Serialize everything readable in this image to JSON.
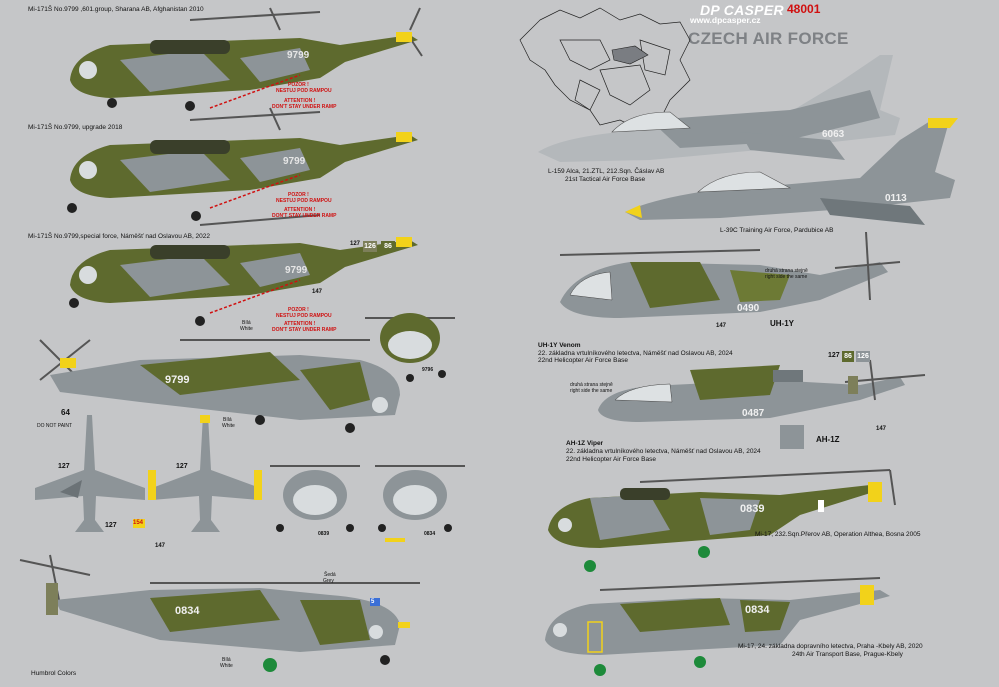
{
  "header": {
    "brand": "DP CASPER",
    "code": "48001",
    "url": "www.dpcasper.cz",
    "title": "CZECH AIR FORCE"
  },
  "captions": {
    "mi171_1": "Mi-171Š No.9799 ,601.group, Sharana AB, Afghanistan 2010",
    "mi171_2": "Mi-171Š No.9799, upgrade 2018",
    "mi171_3": "Mi-171Š No.9799,special force, Náměšť nad Oslavou AB, 2022",
    "l159_l1": "L-159 Alca, 21.ZTL, 212.Sqn. Čáslav AB",
    "l159_l2": "21st Tactical Air Force Base",
    "l39_l1": "L-39C Training Air Force, Pardubice AB",
    "uh1y_l1": "UH-1Y Venom",
    "uh1y_l2": "22. základna vrtulníkového letectva, Náměšť nad Oslavou AB, 2024",
    "uh1y_l3": "22nd Helicopter Air Force Base",
    "ah1z_l1": "AH-1Z Viper",
    "ah1z_l2": "22. základna vrtulníkového letectva, Náměšť nad Oslavou AB, 2024",
    "ah1z_l3": "22nd Helicopter Air Force Base",
    "mi17a_l1": "Mi-17, 232.Sqn.Přerov AB, Operation Althea, Bosna 2005",
    "mi17b_l1": "Mi-17, 24. základna dopravního letectva, Praha -Kbely AB, 2020",
    "mi17b_l2": "24th Air Transport Base, Prague-Kbely",
    "humbrol": "Humbrol Colors"
  },
  "labels": {
    "serial_9799": "9799",
    "serial_6063": "6063",
    "serial_0113": "0113",
    "serial_0490": "0490",
    "serial_0487": "0487",
    "serial_0839": "0839",
    "serial_0834": "0834",
    "uh1y_tag": "UH-1Y",
    "ah1z_tag": "AH-1Z",
    "bila_1": "Bílá",
    "white_1": "White",
    "bila_2": "Bílá",
    "white_2": "White",
    "bila_3": "Bílá",
    "white_3": "White",
    "seda": "Šedá",
    "grey": "Grey",
    "pozor_1": "POZOR !",
    "nestuj_1": "NESTUJ POD RAMPOU",
    "attention_1": "ATTENTION !",
    "dontstay_1": "DON'T STAY UNDER RAMP",
    "pozor_2": "POZOR !",
    "nestuj_2": "NESTUJ POD RAMPOU",
    "attention_2": "ATTENTION !",
    "dontstay_2": "DON'T STAY UNDER RAMP",
    "pozor_3": "POZOR !",
    "nestuj_3": "NESTUJ POD RAMPOU",
    "attention_3": "ATTENTION !",
    "dontstay_3": "DON'T STAY UNDER RAMP",
    "druha_1": "druhá strana stejně",
    "right_1": "right side the same",
    "druha_2": "druhá strana stejně",
    "right_2": "right side the same",
    "donotpaint": "DO NOT PAINT",
    "n64": "64",
    "n127a": "127",
    "n127b": "127",
    "n127c": "127",
    "n127d": "127",
    "n127e": "127",
    "n86a": "86",
    "n126a": "126",
    "n86b": "86",
    "n126b": "126",
    "n154": "154",
    "n147a": "147",
    "n147b": "147",
    "n147c": "147",
    "n147d": "147",
    "n9796": "9796",
    "n0839s": "0839",
    "n0834s": "0834",
    "n5": "5"
  },
  "colors": {
    "background": "#c5c6c8",
    "olive": "#5e6a2e",
    "grey": "#8d9498",
    "lightgrey": "#b4b8bb",
    "red": "#d01010",
    "yellow": "#f2d21a"
  }
}
